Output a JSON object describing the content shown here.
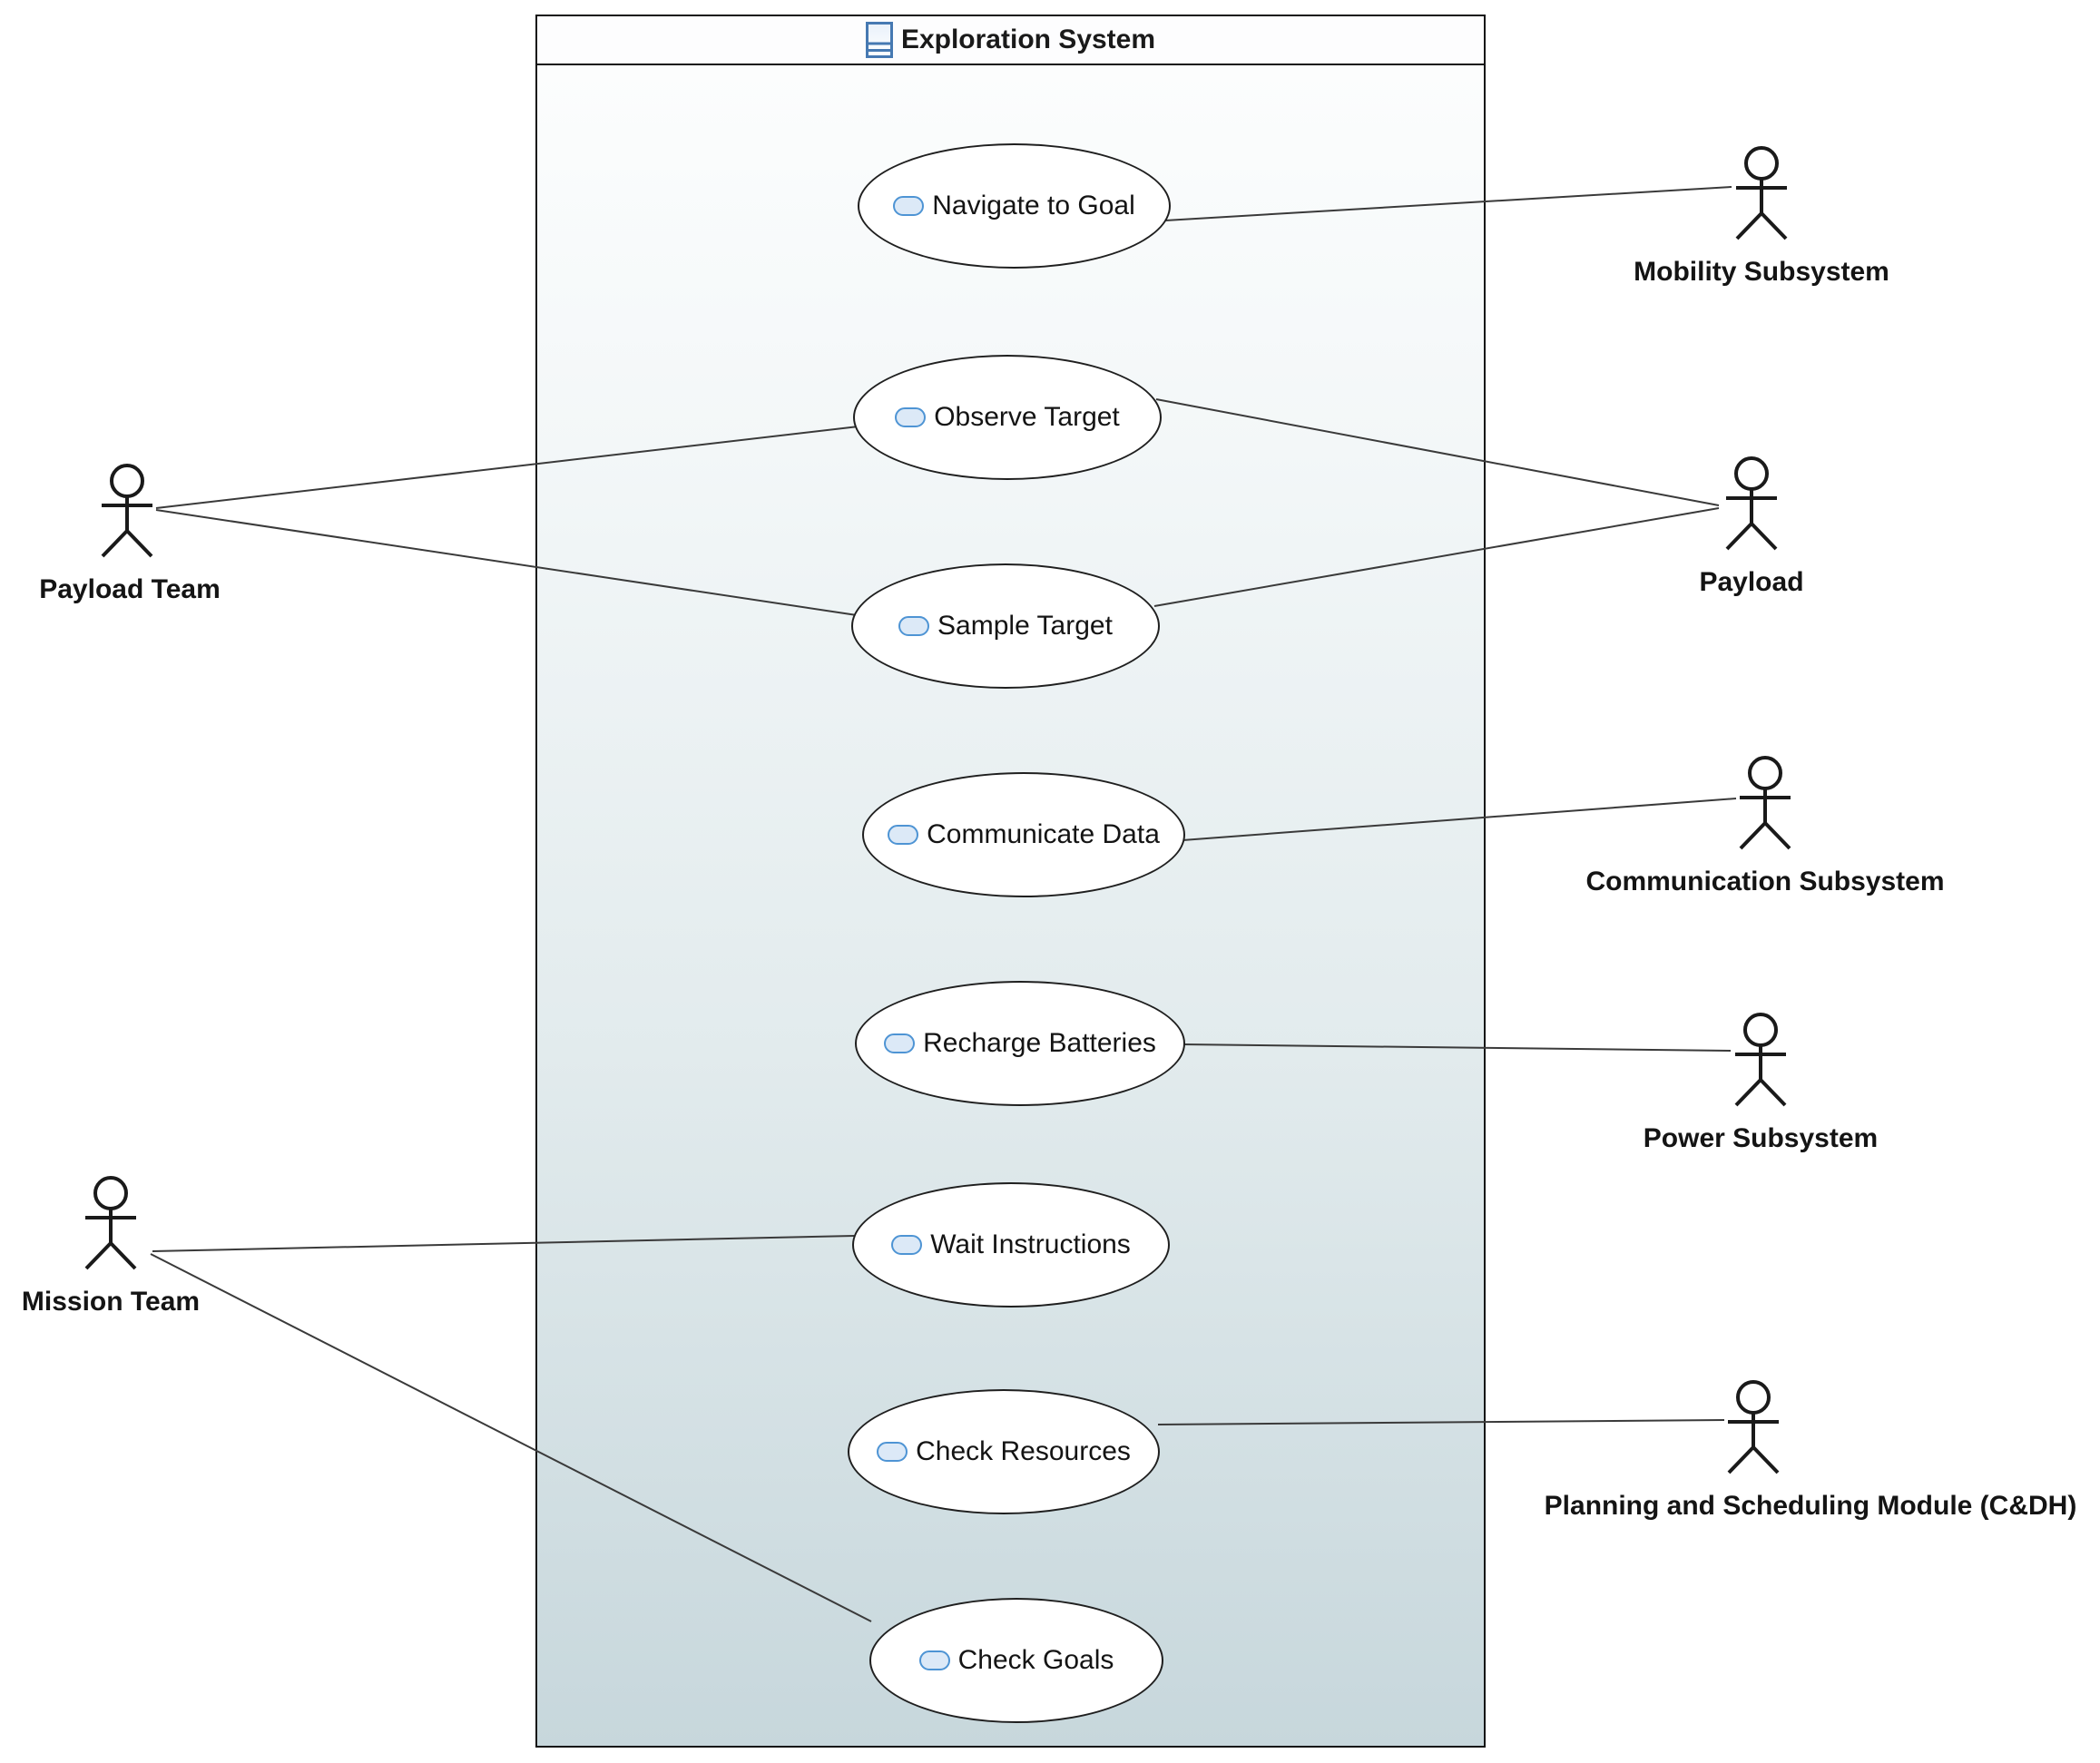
{
  "diagram": {
    "title": "Exploration System",
    "type": "uml-use-case-diagram"
  },
  "use_cases": [
    {
      "label": "Navigate to Goal"
    },
    {
      "label": "Observe Target"
    },
    {
      "label": "Sample Target"
    },
    {
      "label": "Communicate Data"
    },
    {
      "label": "Recharge Batteries"
    },
    {
      "label": "Wait Instructions"
    },
    {
      "label": "Check Resources"
    },
    {
      "label": "Check Goals"
    }
  ],
  "actors": [
    {
      "name": "Payload Team",
      "side": "left"
    },
    {
      "name": "Mission Team",
      "side": "left"
    },
    {
      "name": "Mobility Subsystem",
      "side": "right"
    },
    {
      "name": "Payload",
      "side": "right"
    },
    {
      "name": "Communication Subsystem",
      "side": "right"
    },
    {
      "name": "Power Subsystem",
      "side": "right"
    },
    {
      "name": "Planning and Scheduling Module (C&DH)",
      "side": "right"
    }
  ],
  "associations": [
    {
      "use_case": "Navigate to Goal",
      "actor": "Mobility Subsystem"
    },
    {
      "use_case": "Observe Target",
      "actor": "Payload Team"
    },
    {
      "use_case": "Observe Target",
      "actor": "Payload"
    },
    {
      "use_case": "Sample Target",
      "actor": "Payload Team"
    },
    {
      "use_case": "Sample Target",
      "actor": "Payload"
    },
    {
      "use_case": "Communicate Data",
      "actor": "Communication Subsystem"
    },
    {
      "use_case": "Recharge Batteries",
      "actor": "Power Subsystem"
    },
    {
      "use_case": "Wait Instructions",
      "actor": "Mission Team"
    },
    {
      "use_case": "Check Resources",
      "actor": "Planning and Scheduling Module (C&DH)"
    },
    {
      "use_case": "Check Goals",
      "actor": "Mission Team"
    }
  ],
  "colors": {
    "boundary_gradient_top": "#fdfefe",
    "boundary_gradient_bottom": "#c7d7dc",
    "usecase_icon_fill": "#dce9f7",
    "usecase_icon_stroke": "#4e94d4",
    "block_icon_stroke": "#4679b2",
    "line_color": "#3a3a3a",
    "shape_stroke": "#1f1f1f"
  }
}
